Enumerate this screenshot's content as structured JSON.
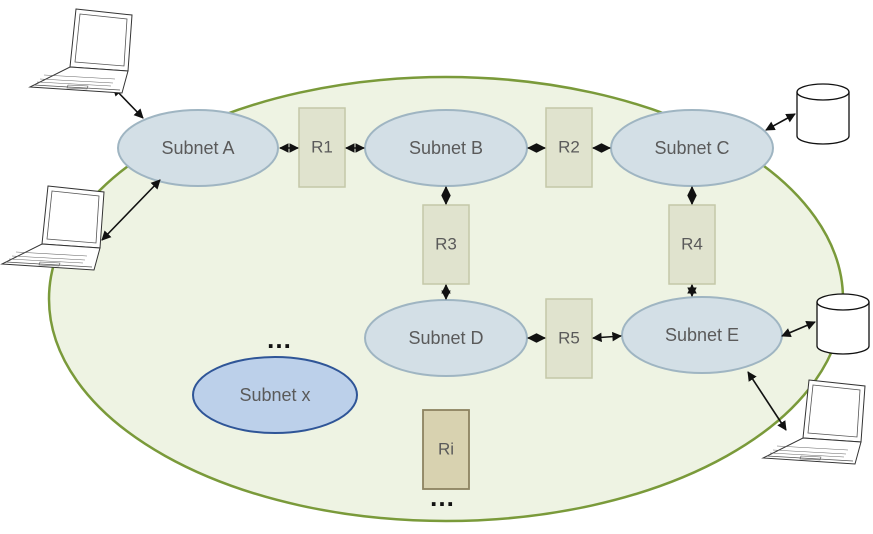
{
  "diagram": {
    "colors": {
      "region_fill": "#eef3e3",
      "region_stroke": "#7a9a3a",
      "subnet_fill": "#d3dfe6",
      "subnet_stroke": "#9fb5c2",
      "subnet_x_fill": "#bcd0ea",
      "subnet_x_stroke": "#2f5597",
      "router_fill": "#e0e3ce",
      "router_stroke": "#c4c8a8",
      "router_i_fill": "#d8d2b0",
      "router_i_stroke": "#8d8360"
    },
    "subnets": {
      "a": "Subnet A",
      "b": "Subnet B",
      "c": "Subnet C",
      "d": "Subnet D",
      "e": "Subnet E",
      "x": "Subnet x"
    },
    "routers": {
      "r1": "R1",
      "r2": "R2",
      "r3": "R3",
      "r4": "R4",
      "r5": "R5",
      "ri": "Ri"
    },
    "ellipsis": "…",
    "icons": [
      "laptop-icon",
      "database-icon"
    ]
  }
}
